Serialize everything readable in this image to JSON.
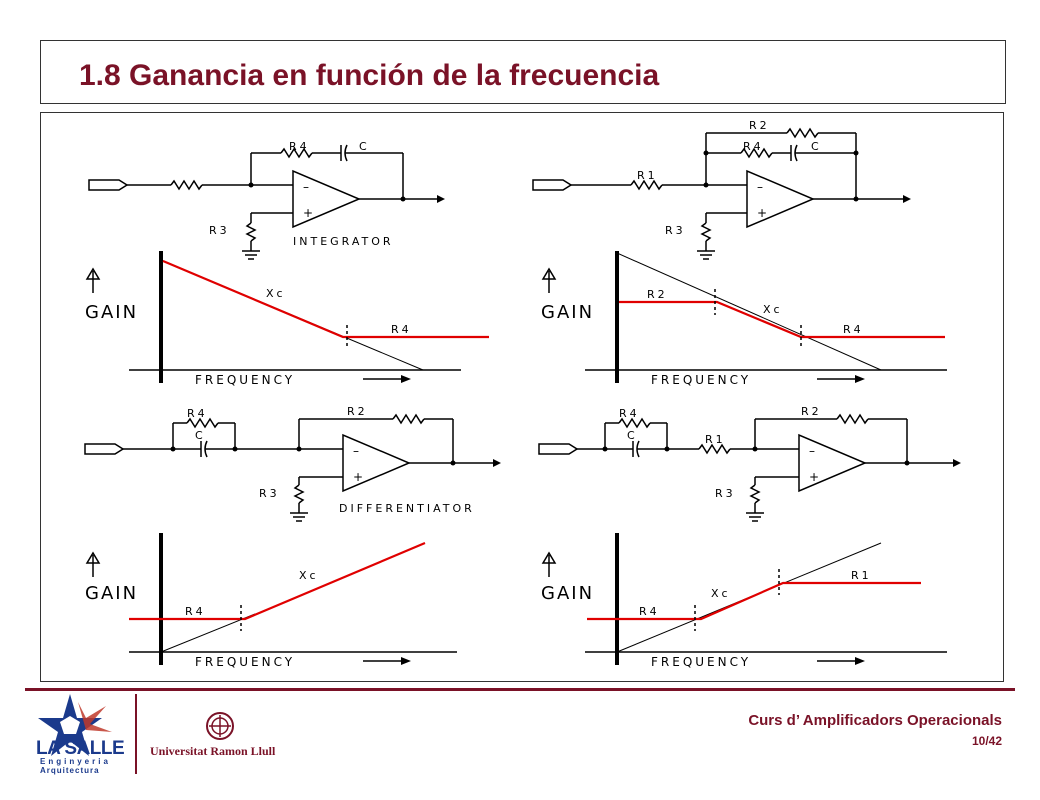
{
  "slide": {
    "title": "1.8 Ganancia en función de la frecuencia",
    "course": "Curs d’ Amplificadors Operacionals",
    "page": "10/42"
  },
  "logos": {
    "lasalle_name": "LA SALLE",
    "lasalle_line1": "Enginyeria",
    "lasalle_line2": "Arquitectura",
    "url_name": "Universitat Ramon Llull"
  },
  "diagram": {
    "labels": {
      "r1": "R1",
      "r2": "R2",
      "r3": "R3",
      "r4": "R4",
      "c": "C",
      "xc": "Xc",
      "gain": "GAIN",
      "frequency": "FREQUENCY",
      "integrator": "INTEGRATOR",
      "differentiator": "DIFFERENTIATOR",
      "minus": "–",
      "plus": "+"
    },
    "colors": {
      "response": "#e00000",
      "line": "#000000",
      "title": "#7a1227"
    }
  }
}
